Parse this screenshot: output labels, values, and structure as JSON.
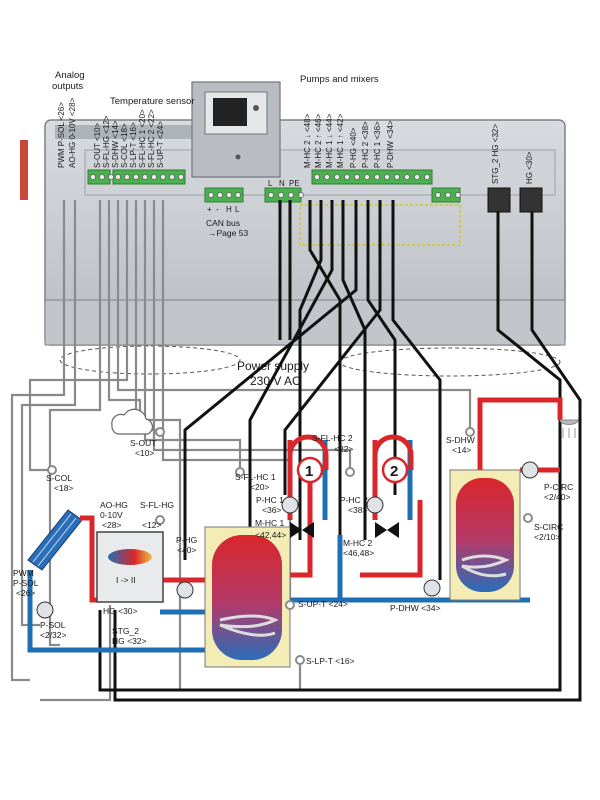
{
  "headers": {
    "analog_outputs": [
      "Analog",
      "outputs"
    ],
    "temperature_sensor": "Temperature sensor",
    "pumps_mixers": "Pumps and mixers",
    "can_bus": [
      "CAN bus",
      "→Page 53"
    ],
    "power_supply": [
      "Power supply",
      "230 V AC"
    ]
  },
  "terminal_labels": {
    "analog": [
      "PWM P-SOL <26>",
      "AO-HG 0-10V <28>"
    ],
    "sensors": [
      "S-OUT <10>",
      "S-FL-HG <12>",
      "S-DHW <14>",
      "S-COL <18>",
      "S-LP-T <16>",
      "S-FL-HC 1 <20>",
      "S-FL-HC 2 <22>",
      "S-UP-T <24>"
    ],
    "pumps": [
      "M-HC 2 ↓ <48>",
      "M-HC 2 ↑ <46>",
      "M-HC 1 ↓ <44>",
      "M-HC 1 ↑ <42>",
      "P-HG <40>",
      "P-HC 2 <38>",
      "P-HC 1 <36>",
      "P-DHW <34>"
    ],
    "stg": "STG_2 HG <32>",
    "hg": "HG <30>",
    "mains": [
      "L",
      "N",
      "PE"
    ],
    "can": [
      "+",
      "-",
      "H",
      "L"
    ]
  },
  "components": {
    "s_out": [
      "S-OUT",
      "<10>"
    ],
    "s_col": [
      "S-COL",
      "<18>"
    ],
    "pwm_p_sol": [
      "PWM",
      "P-SOL",
      "<26>"
    ],
    "p_sol": [
      "P-SOL",
      "<2/32>"
    ],
    "ao_hg": [
      "AO-HG",
      "0-10V",
      "<28>"
    ],
    "s_fl_hg": [
      "S-FL-HG",
      "<12>"
    ],
    "hg_30": "HG <30>",
    "stg_2": [
      "STG_2",
      "HG <32>"
    ],
    "boiler_symbol": "I -> II",
    "p_hg": [
      "P-HG",
      "<40>"
    ],
    "s_fl_hc1": [
      "S-FL-HC 1",
      "<20>"
    ],
    "s_fl_hc2": [
      "S-FL-HC 2",
      "<22>"
    ],
    "circuit_1": "1",
    "circuit_2": "2",
    "p_hc1": [
      "P-HC 1",
      "<36>"
    ],
    "p_hc2": [
      "P-HC 2",
      "<38>"
    ],
    "m_hc1": [
      "M-HC 1",
      "<42,44>"
    ],
    "m_hc2": [
      "M-HC 2",
      "<46,48>"
    ],
    "s_up_t": "S-UP-T <24>",
    "s_lp_t": "S-LP-T <16>",
    "p_dhw": "P-DHW <34>",
    "s_dhw": [
      "S-DHW",
      "<14>"
    ],
    "p_circ": [
      "P-CIRC",
      "<2/40>"
    ],
    "s_circ": [
      "S-CIRC",
      "<2/10>"
    ]
  },
  "colors": {
    "hot": "#d9262b",
    "cold": "#1f6fb5",
    "wire_grey": "#8a8a8a",
    "wire_black": "#111111",
    "panel": "#c9cdd2",
    "terminal_green": "#4caf50",
    "tank_frame": "#f3edb5"
  }
}
